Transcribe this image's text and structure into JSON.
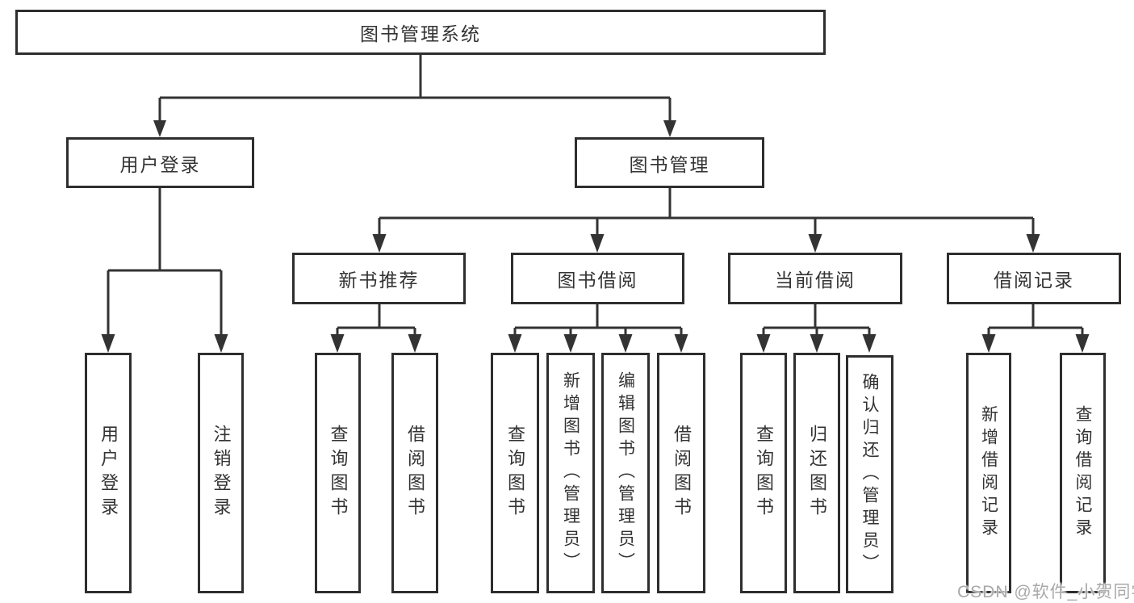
{
  "diagram": {
    "root_label": "图书管理系统",
    "user_login": {
      "label": "用户登录",
      "children": [
        "用户登录",
        "注销登录"
      ]
    },
    "book_management": {
      "label": "图书管理"
    },
    "new_book_recommend": {
      "label": "新书推荐",
      "children": [
        "查询图书",
        "借阅图书"
      ]
    },
    "book_borrowing": {
      "label": "图书借阅",
      "children": [
        "查询图书",
        "新增图书（管理员）",
        "编辑图书（管理员）",
        "借阅图书"
      ]
    },
    "current_borrowing": {
      "label": "当前借阅",
      "children": [
        "查询图书",
        "归还图书",
        "确认归还（管理员）"
      ]
    },
    "borrowing_records": {
      "label": "借阅记录",
      "children": [
        "新增借阅记录",
        "查询借阅记录"
      ]
    }
  },
  "watermark": {
    "text": "CSDN @软件_小贺同学"
  },
  "colors": {
    "background": "#ffffff",
    "line": "#333333",
    "box_border": "#2e2e2e",
    "text": "#333333",
    "watermark_text": "#a9a9a9"
  }
}
